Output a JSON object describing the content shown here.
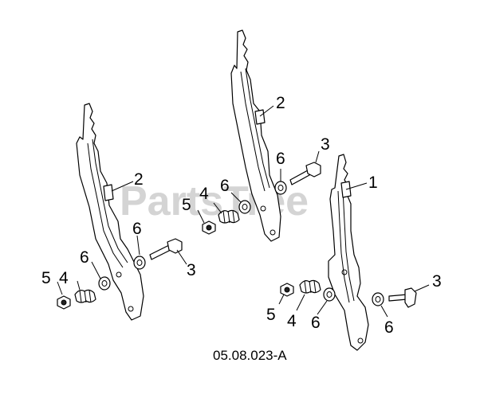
{
  "watermark": "PartsTree",
  "diagram_code": "05.08.023-A",
  "labels": {
    "left": {
      "n2": "2",
      "n6a": "6",
      "n3": "3",
      "n5": "5",
      "n4": "4",
      "n6b": "6"
    },
    "mid": {
      "n2": "2",
      "n6a": "6",
      "n3": "3",
      "n5": "5",
      "n4": "4",
      "n6b": "6"
    },
    "right": {
      "n1": "1",
      "n3": "3",
      "n5": "5",
      "n4": "4",
      "n6a": "6",
      "n6b": "6"
    }
  }
}
